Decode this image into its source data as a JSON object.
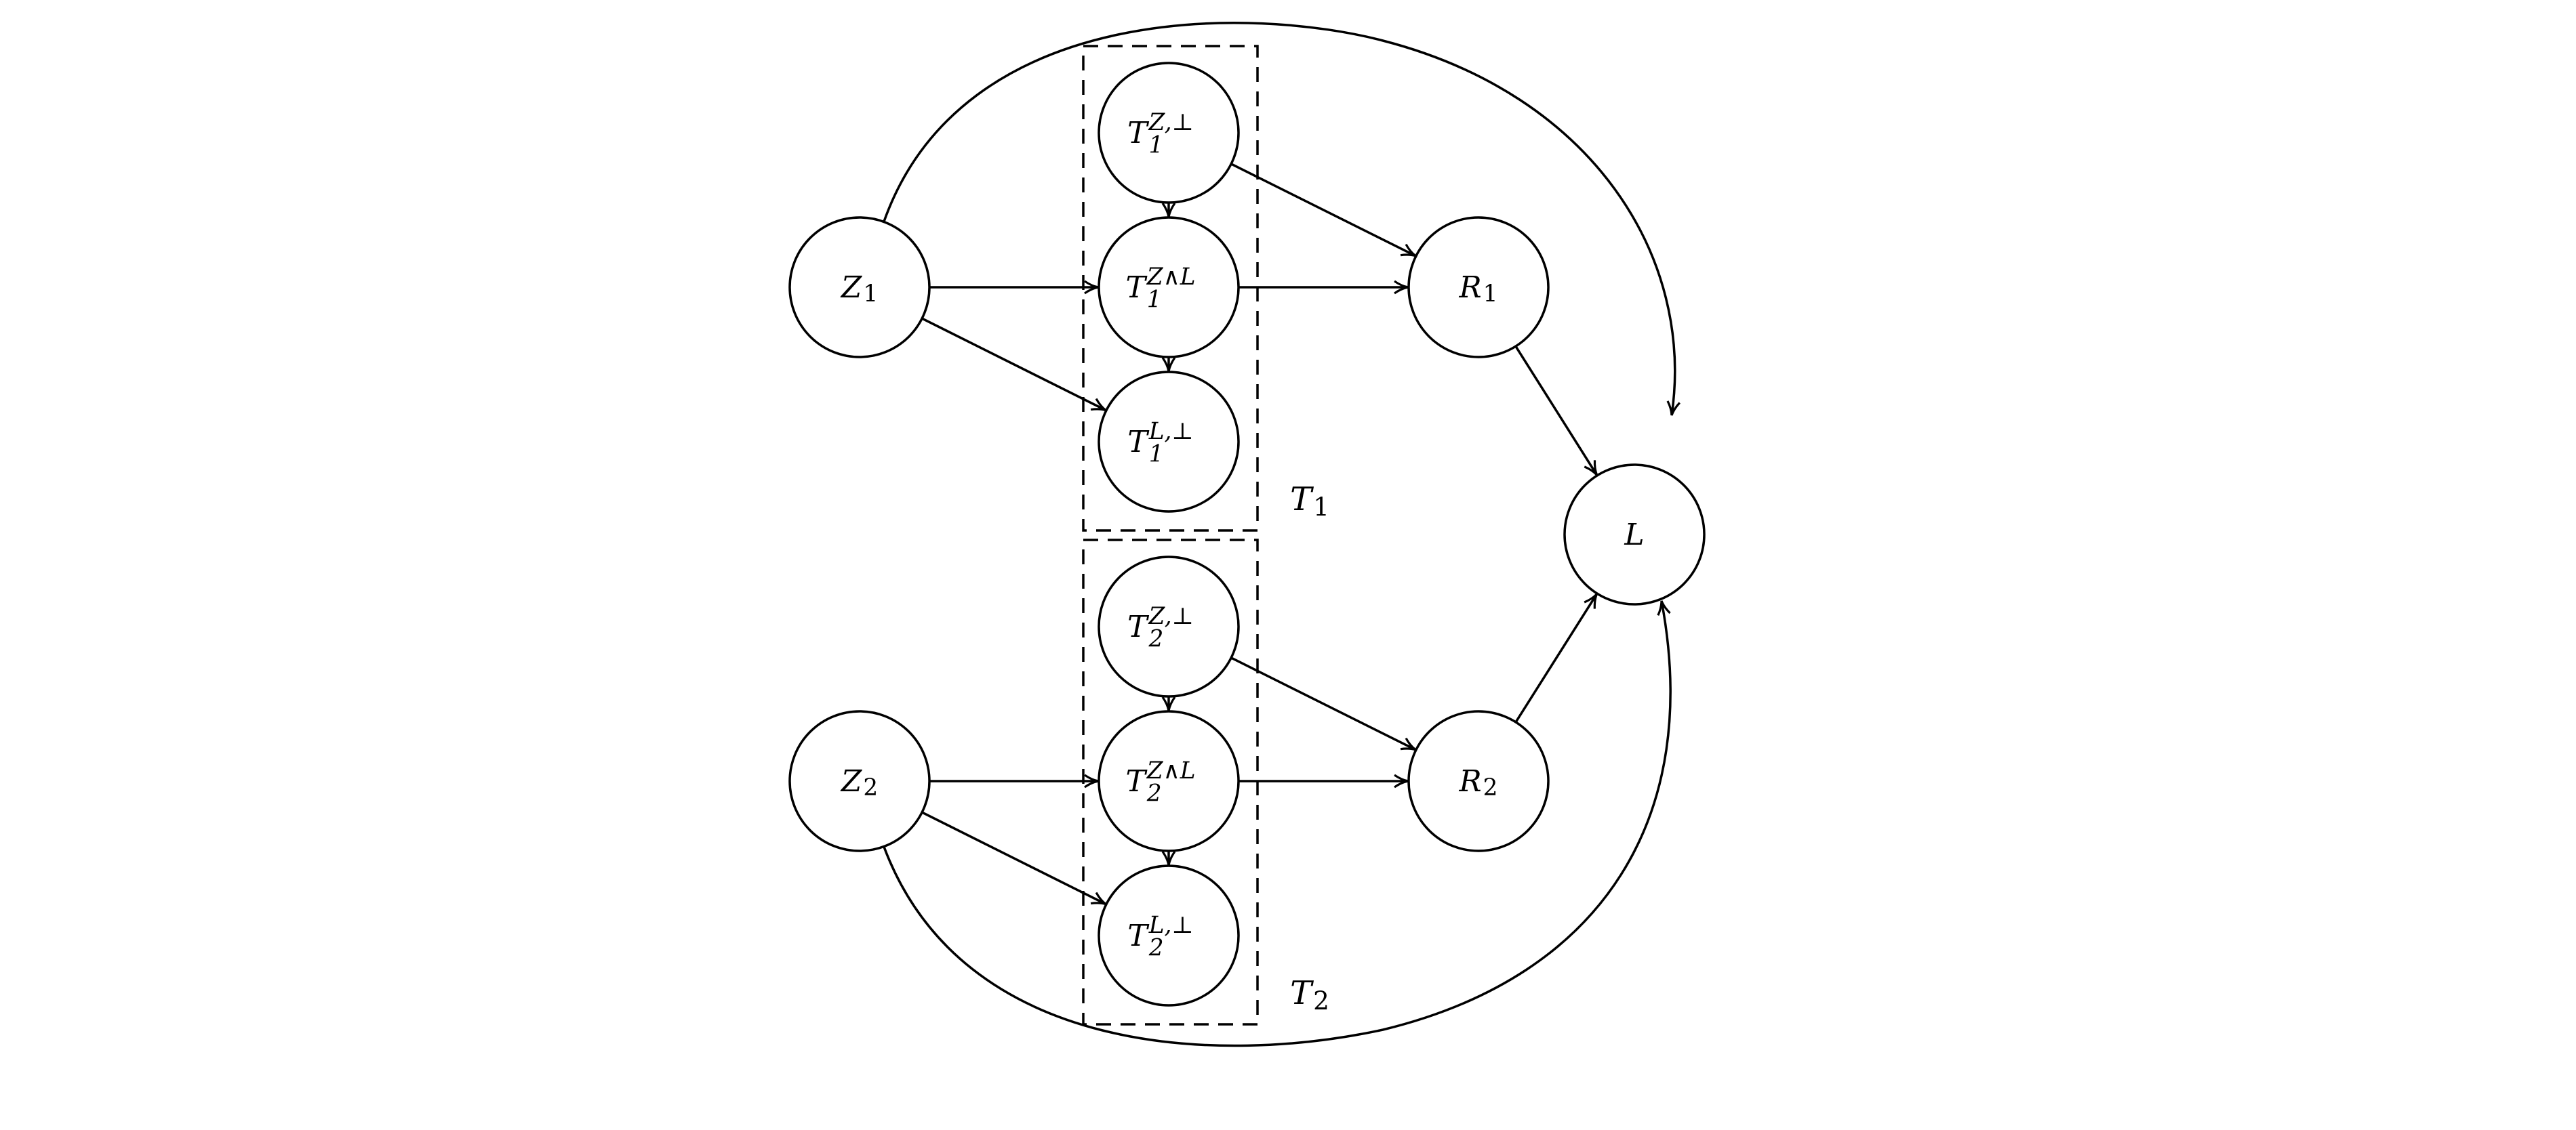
{
  "diagram": {
    "colors": {
      "stroke": "#000000",
      "fill": "#ffffff",
      "background": "#ffffff"
    },
    "nodes": [
      {
        "id": "Z1",
        "base": "Z",
        "sub": "1",
        "sup": ""
      },
      {
        "id": "Z2",
        "base": "Z",
        "sub": "2",
        "sup": ""
      },
      {
        "id": "T1ZB",
        "base": "T",
        "sub": "1",
        "sup": "Z,⊥"
      },
      {
        "id": "T1ZL",
        "base": "T",
        "sub": "1",
        "sup": "Z∧L"
      },
      {
        "id": "T1LB",
        "base": "T",
        "sub": "1",
        "sup": "L,⊥"
      },
      {
        "id": "T2ZB",
        "base": "T",
        "sub": "2",
        "sup": "Z,⊥"
      },
      {
        "id": "T2ZL",
        "base": "T",
        "sub": "2",
        "sup": "Z∧L"
      },
      {
        "id": "T2LB",
        "base": "T",
        "sub": "2",
        "sup": "L,⊥"
      },
      {
        "id": "R1",
        "base": "R",
        "sub": "1",
        "sup": ""
      },
      {
        "id": "R2",
        "base": "R",
        "sub": "2",
        "sup": ""
      },
      {
        "id": "L",
        "base": "L",
        "sub": "",
        "sup": ""
      }
    ],
    "plates": [
      {
        "id": "T1",
        "base": "T",
        "sub": "1"
      },
      {
        "id": "T2",
        "base": "T",
        "sub": "2"
      }
    ],
    "edges": [
      {
        "from": "Z1",
        "to": "T1ZL"
      },
      {
        "from": "Z1",
        "to": "T1LB"
      },
      {
        "from": "Z1",
        "to": "L",
        "curved": true
      },
      {
        "from": "T1ZB",
        "to": "T1ZL"
      },
      {
        "from": "T1ZL",
        "to": "T1LB"
      },
      {
        "from": "T1ZB",
        "to": "R1"
      },
      {
        "from": "T1ZL",
        "to": "R1"
      },
      {
        "from": "R1",
        "to": "L"
      },
      {
        "from": "Z2",
        "to": "T2ZL"
      },
      {
        "from": "Z2",
        "to": "T2LB"
      },
      {
        "from": "Z2",
        "to": "L",
        "curved": true
      },
      {
        "from": "T2ZB",
        "to": "T2ZL"
      },
      {
        "from": "T2ZL",
        "to": "T2LB"
      },
      {
        "from": "T2ZB",
        "to": "R2"
      },
      {
        "from": "T2ZL",
        "to": "R2"
      },
      {
        "from": "R2",
        "to": "L"
      }
    ]
  }
}
